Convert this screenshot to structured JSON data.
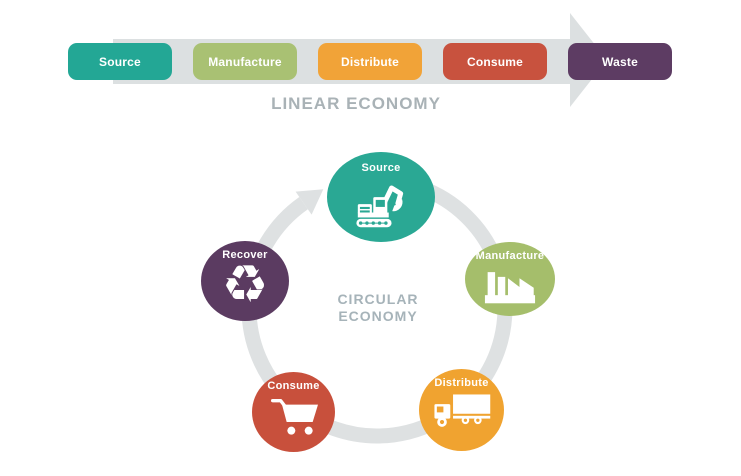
{
  "linear_economy": {
    "title": "LINEAR ECONOMY",
    "title_color": "#A9B2B6",
    "arrow_color": "#DCE0E1",
    "stages": [
      {
        "label": "Source",
        "color": "#23A795"
      },
      {
        "label": "Manufacture",
        "color": "#A9C173"
      },
      {
        "label": "Distribute",
        "color": "#F1A338"
      },
      {
        "label": "Consume",
        "color": "#C8523E"
      },
      {
        "label": "Waste",
        "color": "#5D3C63"
      }
    ]
  },
  "circular_economy": {
    "title_line1": "CIRCULAR",
    "title_line2": "ECONOMY",
    "title_color": "#A6B3B9",
    "ring_color": "#DEE1E2",
    "stages": [
      {
        "label": "Source",
        "color": "#2AA894",
        "icon": "excavator-icon"
      },
      {
        "label": "Manufacture",
        "color": "#A5BE6B",
        "icon": "factory-icon"
      },
      {
        "label": "Distribute",
        "color": "#F0A330",
        "icon": "truck-icon"
      },
      {
        "label": "Consume",
        "color": "#C8503C",
        "icon": "cart-icon"
      },
      {
        "label": "Recover",
        "color": "#5B3B61",
        "icon": "recycle-icon",
        "glyph": "♻"
      }
    ]
  }
}
